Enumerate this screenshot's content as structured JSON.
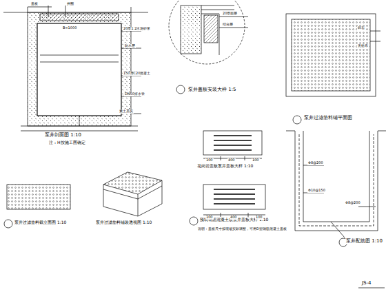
{
  "diagram": {
    "labels": [
      "泵井剖面图 1:10",
      "注：H按施工图确定",
      "泵井盖板安装大样 1:5",
      "泵井过滤垫料铺平面图",
      "花岗岩盖板泵井盖板大样 1:10",
      "泵井过滤垫料截立面图 1:10",
      "泵井过滤垫料铺装透视图 1:10",
      "预制钢筋混凝土板泵井盖板大样 1:10",
      "说明：盖板尺寸按现场实际调整，可用D型钢筋混凝土盖板",
      "泵井配筋图 1:10",
      "JS-4",
      "100",
      "400",
      "100",
      "100",
      "400",
      "100",
      "B=1000",
      "盖板",
      "井圈",
      "20厚1:2水泥砂浆",
      "防水层",
      "150厚C20混凝土",
      "DN50排水管",
      "素土夯实",
      "20厚面层",
      "结合层",
      "碎石",
      "无纺布",
      "Φ8@200",
      "Φ10@150",
      "Φ8@200"
    ]
  }
}
